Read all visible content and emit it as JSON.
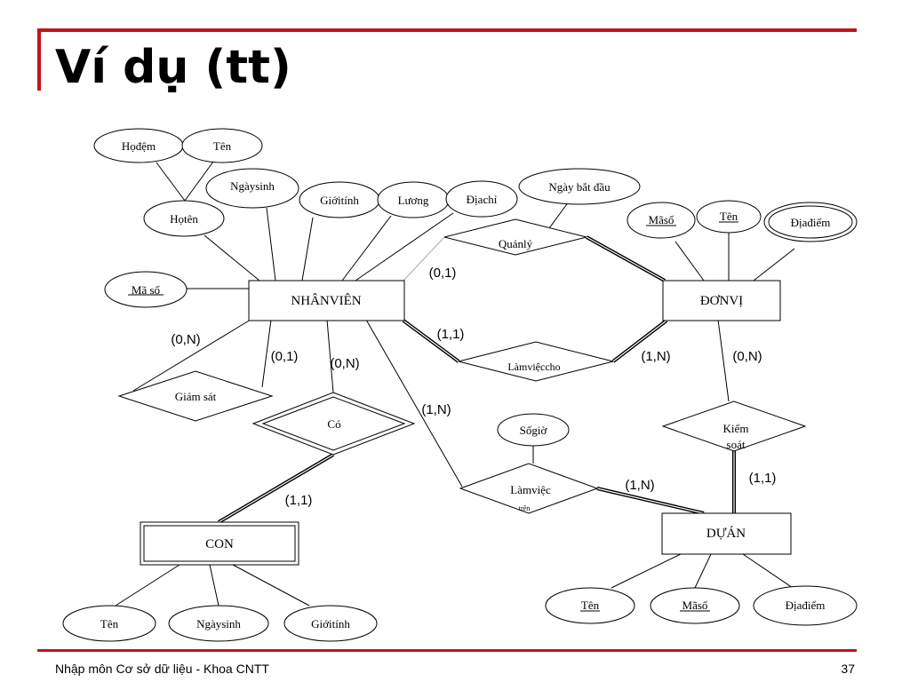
{
  "slide": {
    "title": "Ví dụ (tt)",
    "footer_text": "Nhập môn Cơ sở dữ liệu - Khoa CNTT",
    "page_number": "37",
    "accent_color": "#c0141b"
  },
  "entities": {
    "nhanvien": "NHÂNVIÊN",
    "donvi": "ĐƠNVỊ",
    "duan": "DỰÁN",
    "con": "CON"
  },
  "relationships": {
    "quanly": "Quảnlý",
    "lamviec_cho": "Làmviệccho",
    "giamsat": "Giám sát",
    "co": "Có",
    "lamviec_tren_1": "Làmviệc",
    "lamviec_tren_2": "trên",
    "kiemsoat_1": "Kiểm",
    "kiemsoat_2": "soát"
  },
  "attributes": {
    "hodem": "Họđệm",
    "ten_nv": "Tên",
    "hoten": "Họtên",
    "ngaysinh_nv": "Ngàysinh",
    "gioitinh_nv": "Giớitính",
    "luong": "Lương",
    "diachi": "Địachỉ",
    "ngaybatdau": "Ngày bắt đầu",
    "maso_nv": "Mã số",
    "maso_dv": "Mãsố",
    "ten_dv": "Tên",
    "diadiem_dv": "Địađiểm",
    "sogio": "Sốgiờ",
    "ten_da": "Tên",
    "maso_da": "Mãsố",
    "diadiem_da": "Địađiểm",
    "ten_con": "Tên",
    "ngaysinh_con": "Ngàysinh",
    "gioitinh_con": "Giớitính"
  },
  "cardinalities": {
    "quanly_nv": "(0,1)",
    "lamviec_nv": "(1,1)",
    "lamviec_dv": "(1,N)",
    "kiemsoat_dv": "(0,N)",
    "giamsat_a": "(0,N)",
    "giamsat_b": "(0,1)",
    "co_nv": "(0,N)",
    "co_con": "(1,1)",
    "lvt_nv": "(1,N)",
    "lvt_da": "(1,N)",
    "kiemsoat_da": "(1,1)"
  }
}
